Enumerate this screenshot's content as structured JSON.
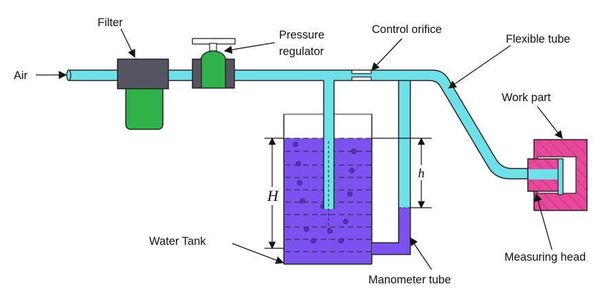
{
  "labels": {
    "air": "Air",
    "filter": "Filter",
    "pressure_regulator_line1": "Pressure",
    "pressure_regulator_line2": "regulator",
    "control_orifice": "Control orifice",
    "flexible_tube": "Flexible tube",
    "work_part": "Work part",
    "water_tank": "Water Tank",
    "manometer_tube": "Manometer tube",
    "measuring_head": "Measuring head",
    "dim_H": "H",
    "dim_h": "h"
  },
  "colors": {
    "tube": "#6ee0e8",
    "water": "#7b52f0",
    "bubble": "#5a2fb0",
    "filter_body": "#555560",
    "filter_bowl": "#2fb24a",
    "work_part": "#e8479a",
    "outline": "#222222"
  }
}
